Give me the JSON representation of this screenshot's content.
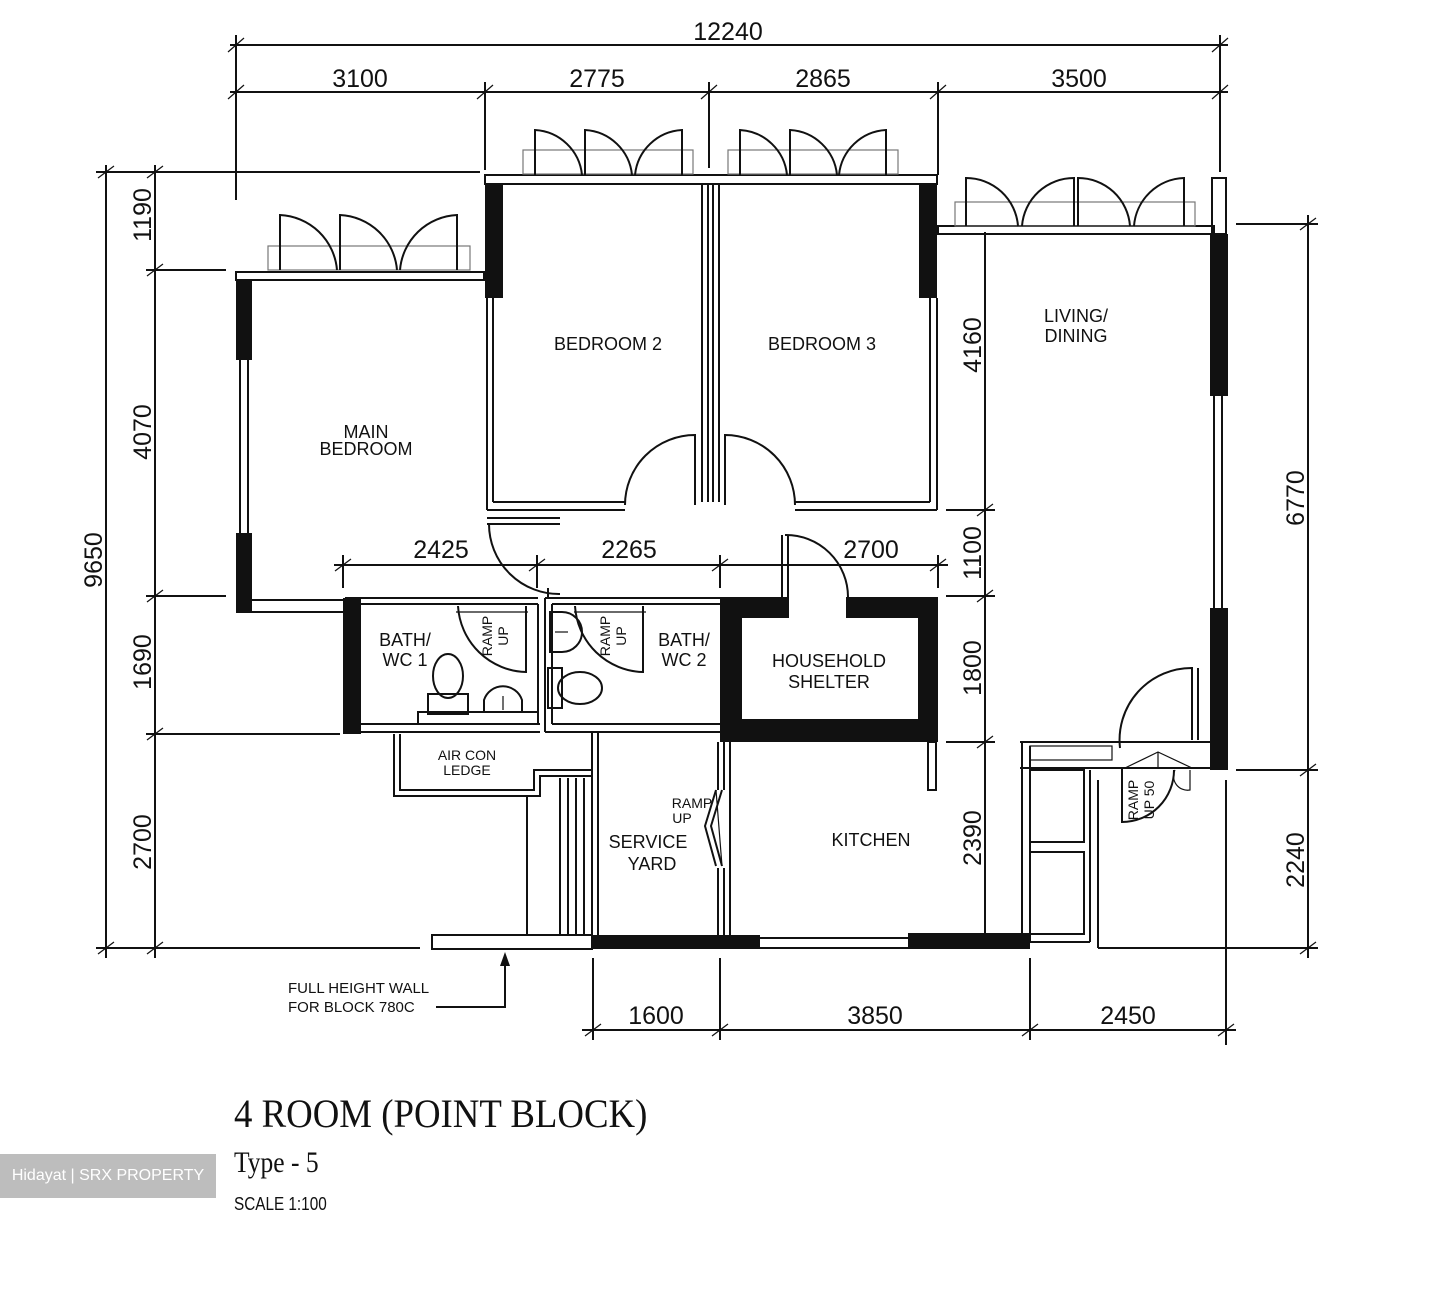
{
  "plan": {
    "title": "4 ROOM (POINT BLOCK)",
    "type": "Type - 5",
    "scale": "SCALE  1:100",
    "watermark": "Hidayat | SRX PROPERTY",
    "rooms": {
      "main_bedroom": [
        "MAIN",
        "BEDROOM"
      ],
      "bedroom2": "BEDROOM 2",
      "bedroom3": "BEDROOM 3",
      "living": [
        "LIVING/",
        "DINING"
      ],
      "bath1": [
        "BATH/",
        "WC 1"
      ],
      "bath2": [
        "BATH/",
        "WC 2"
      ],
      "shelter": [
        "HOUSEHOLD",
        "SHELTER"
      ],
      "aircon": [
        "AIR CON",
        "LEDGE"
      ],
      "service": [
        "SERVICE",
        "YARD"
      ],
      "kitchen": "KITCHEN"
    },
    "annotations": {
      "ramp_up": [
        "RAMP",
        "UP"
      ],
      "ramp_up_50": [
        "RAMP",
        "UP 50"
      ],
      "full_height_wall": [
        "FULL HEIGHT WALL",
        "FOR BLOCK 780C"
      ]
    },
    "dimensions": {
      "top_total": "12240",
      "top": [
        "3100",
        "2775",
        "2865",
        "3500"
      ],
      "left_total": "9650",
      "left": [
        "1190",
        "4070",
        "1690",
        "2700"
      ],
      "middle": [
        "2425",
        "2265",
        "2700"
      ],
      "inner_right": [
        "4160",
        "1100",
        "1800",
        "2390"
      ],
      "right": [
        "6770",
        "2240"
      ],
      "bottom": [
        "1600",
        "3850",
        "2450"
      ]
    }
  }
}
